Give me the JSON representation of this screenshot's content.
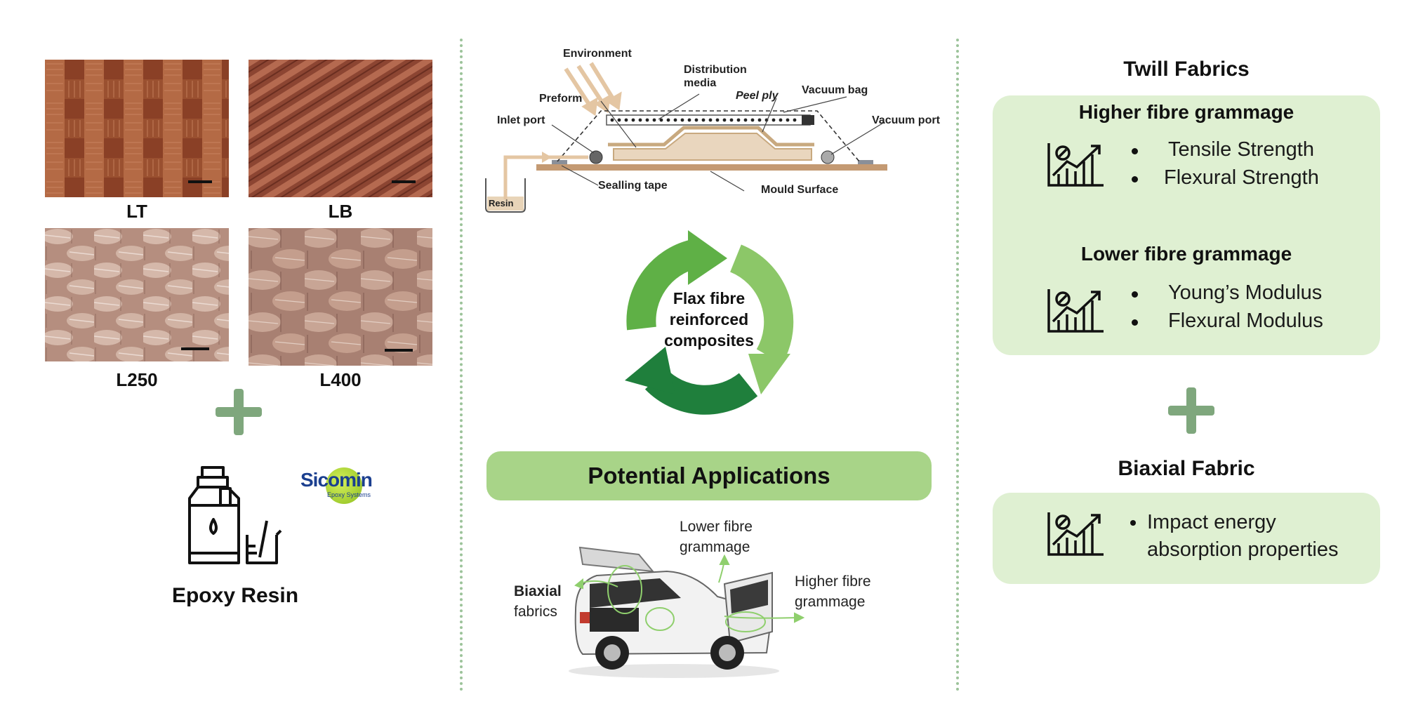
{
  "left": {
    "fabrics": [
      {
        "label": "LT"
      },
      {
        "label": "LB"
      },
      {
        "label": "L250"
      },
      {
        "label": "L400"
      }
    ],
    "resin_title": "Epoxy Resin",
    "logo_text": "Sicomin",
    "logo_subtext": "Epoxy Systems"
  },
  "process_diagram": {
    "environment": "Environment",
    "distribution_media": "Distribution media",
    "preform": "Preform",
    "peel_ply": "Peel ply",
    "vacuum_bag": "Vacuum bag",
    "inlet_port": "Inlet port",
    "vacuum_port": "Vacuum port",
    "sealing_tape": "Sealling tape",
    "mould_surface": "Mould Surface",
    "resin": "Resin"
  },
  "cycle": {
    "center_text": "Flax fibre reinforced composites",
    "colors": [
      "#5fb046",
      "#8cc768",
      "#1f7f3c"
    ]
  },
  "applications": {
    "title": "Potential Applications",
    "lower_fibre": "Lower fibre grammage",
    "higher_fibre": "Higher fibre grammage",
    "biaxial": "Biaxial",
    "biaxial_sub": "fabrics"
  },
  "right": {
    "twill_title": "Twill Fabrics",
    "higher_title": "Higher fibre grammage",
    "higher_items": [
      "Tensile Strength",
      "Flexural Strength"
    ],
    "lower_title": "Lower fibre grammage",
    "lower_items": [
      "Young’s Modulus",
      "Flexural Modulus"
    ],
    "biaxial_title": "Biaxial Fabric",
    "biaxial_line1": "Impact energy",
    "biaxial_line2": "absorption properties"
  },
  "colors": {
    "box_green": "#dff0d2",
    "bar_green": "#a8d488",
    "plus_green": "#7fa77d"
  },
  "icons": [
    "chart-growth-icon",
    "epoxy-bottle-icon",
    "beaker-icon",
    "car-image"
  ]
}
